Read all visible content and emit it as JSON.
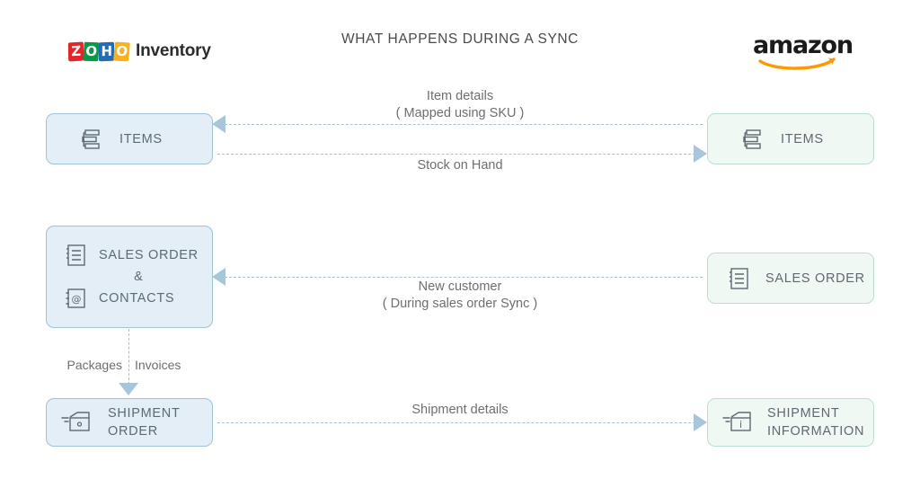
{
  "header": {
    "title": "WHAT HAPPENS DURING A SYNC",
    "left_brand": {
      "tiles": [
        "Z",
        "O",
        "H",
        "O"
      ],
      "tile_colors": [
        "#e42527",
        "#089949",
        "#226db4",
        "#f9b21d"
      ],
      "wordmark": "Inventory",
      "icon": "zoho-logo-icon"
    },
    "right_brand": {
      "wordmark": "amazon",
      "smile_color": "#f90",
      "icon": "amazon-logo-icon"
    }
  },
  "colors": {
    "left_box_fill": "#e3eef6",
    "left_box_border": "#9dc3dd",
    "right_box_fill": "#f0f8f4",
    "right_box_border": "#bcdfcd",
    "connector": "#a9bfcd",
    "arrow": "#a8c6da",
    "text": "#5e6a71",
    "label_text": "#6e6e6e",
    "title_text": "#4a4a4a"
  },
  "nodes": {
    "items_left": {
      "label": "ITEMS",
      "icon": "items-list-icon",
      "side": "zoho"
    },
    "items_right": {
      "label": "ITEMS",
      "icon": "items-list-icon",
      "side": "amazon"
    },
    "sales_order_left": {
      "label_primary": "SALES ORDER",
      "conjunction": "&",
      "label_secondary": "CONTACTS",
      "icon_primary": "document-lines-icon",
      "icon_secondary": "address-book-icon",
      "side": "zoho"
    },
    "sales_order_right": {
      "label": "SALES ORDER",
      "icon": "document-lines-icon",
      "side": "amazon"
    },
    "shipment_left": {
      "label": "SHIPMENT\nORDER",
      "icon": "shipping-box-icon",
      "side": "zoho"
    },
    "shipment_right": {
      "label": "SHIPMENT\nINFORMATION",
      "icon": "shipping-box-info-icon",
      "side": "amazon"
    }
  },
  "edges": {
    "item_details": {
      "label": "Item details\n( Mapped using SKU )",
      "direction": "right-to-left",
      "style": "dashed"
    },
    "stock_on_hand": {
      "label": "Stock on Hand",
      "direction": "left-to-right",
      "style": "dashed"
    },
    "new_customer": {
      "label": "New customer\n( During sales order Sync )",
      "direction": "right-to-left",
      "style": "dashed"
    },
    "packages_invoices": {
      "label_left": "Packages",
      "label_right": "Invoices",
      "direction": "top-to-bottom",
      "style": "dashed"
    },
    "shipment_details": {
      "label": "Shipment details",
      "direction": "left-to-right",
      "style": "dashed"
    }
  }
}
